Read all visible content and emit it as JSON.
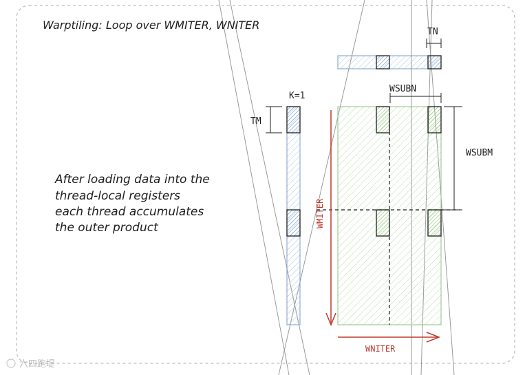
{
  "title": "Warptiling: Loop over WMITER, WNITER",
  "description_lines": [
    "After loading data into the",
    "thread-local registers",
    "each thread accumulates",
    "the outer product"
  ],
  "labels": {
    "k": "K=1",
    "tm": "TM",
    "tn": "TN",
    "wsubn": "WSUBN",
    "wsubm": "WSUBM",
    "wmiter": "WMITER",
    "wniter": "WNITER"
  },
  "watermark": "六四跑堤",
  "colors": {
    "blue_fill": "#dce8f7",
    "blue_stroke": "#7b9cc4",
    "blue_reg": "#9bbbe0",
    "green_fill": "#e3f4dd",
    "green_stroke": "#8fbf84",
    "green_reg": "#b8e09f",
    "red_arrow": "#c0392b",
    "ink": "#1e1e1e",
    "frame": "#bdbdbd"
  }
}
